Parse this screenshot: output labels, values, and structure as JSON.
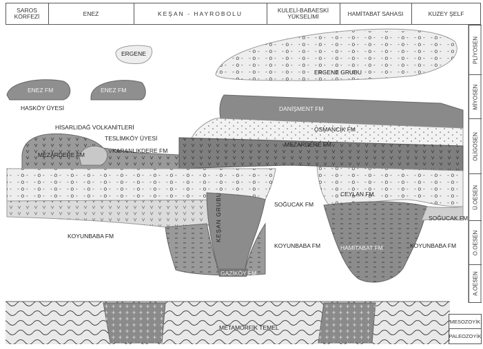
{
  "header": {
    "columns": [
      "SAROS\nKÖRFEZİ",
      "ENEZ",
      "KEŞAN - HAYROBOLU",
      "KULELİ-BABAESKİ\nYÜKSELİMİ",
      "HAMİTABAT SAHASI",
      "KUZEY ŞELF"
    ]
  },
  "ages": [
    "PLİYOSEN",
    "MİYOSEN",
    "OLİGOSEN",
    "Ü.OESEN",
    "O.OESEN",
    "A.OESEN"
  ],
  "eras": [
    "MESOZOYİK",
    "PALEOZOYİK"
  ],
  "labels": {
    "ergene_small": "ERGENE",
    "ergene_grubu": "ERGENE GRUBU",
    "enez_left": "ENEZ FM",
    "enez_right": "ENEZ FM",
    "haskoy": "HASKÖY ÜYESİ",
    "hisarlidag": "HİSARLIDAĞ VOLKANİTLERİ",
    "teslimkoy": "TESLİMKÖY ÜYESİ",
    "karanlikdere": "KARANLIKDERE FM",
    "mezardere_left": "MEZARDERE FM",
    "danisment": "DANİŞMENT FM",
    "osmancik": "OSMANCIK FM",
    "mezardere_mid": "MEZARDERE FM",
    "ceylan": "CEYLAN FM",
    "sogucak_mid": "SOĞUCAK FM",
    "sogucak_right": "SOĞUCAK FM",
    "koyunbaba_left": "KOYUNBABA FM",
    "koyunbaba_mid": "KOYUNBABA FM",
    "koyunbaba_right": "KOYUNBABA FM",
    "hamitabat": "HAMİTABAT FM",
    "kesan_grubu": "KEŞAN GRUBU",
    "gazikoy": "GAZİKÖY FM",
    "metamorfik": "METAMORFİK TEMEL"
  }
}
